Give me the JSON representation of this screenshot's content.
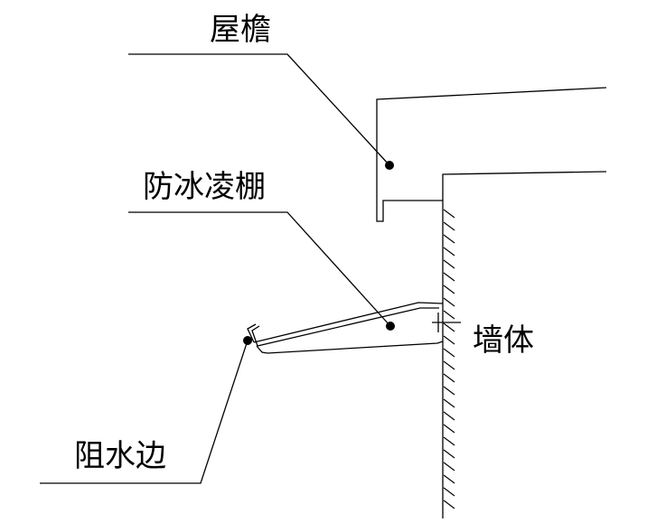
{
  "labels": {
    "eave": "屋檐",
    "ice_shelf": "防冰凌棚",
    "wall": "墙体",
    "water_stop_edge": "阻水边"
  },
  "colors": {
    "stroke": "#000000",
    "background": "#ffffff"
  }
}
